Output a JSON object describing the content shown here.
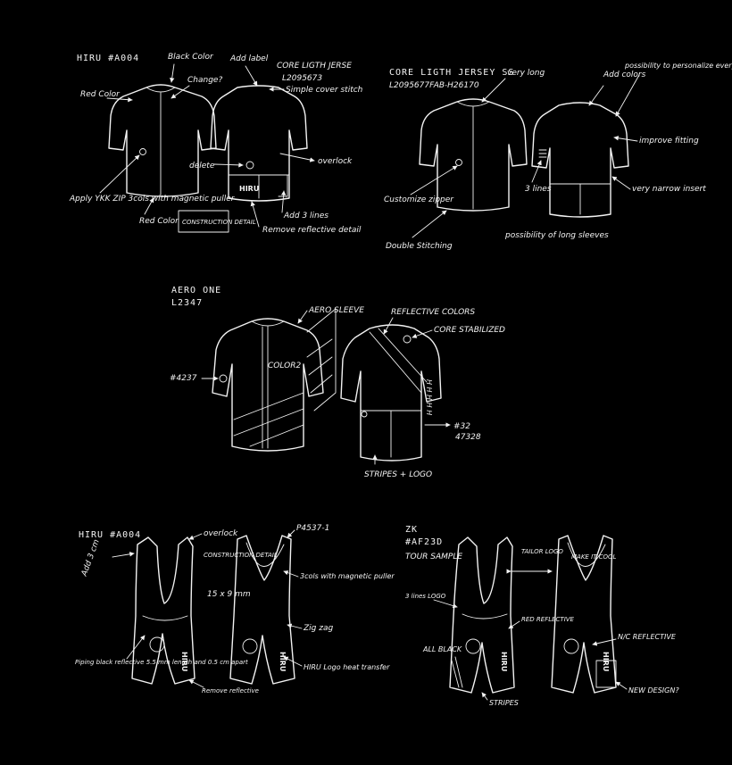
{
  "board": {
    "background": "#000000",
    "ink_color": "#f2f2f2"
  },
  "sketch1": {
    "title": "HIRU #A004",
    "subtitle": "CORE LIGTH JERSE",
    "code": "L2095673",
    "notes": {
      "black_color": "Black Color",
      "change": "Change?",
      "add_label": "Add label",
      "simple_cover_stitch": "Simple cover stitch",
      "red_color": "Red Color",
      "delete": "delete",
      "overlock": "overlock",
      "apply_ykk_zip": "Apply YKK ZIP 3cols with magnetic puller",
      "red_color_bottom": "Red Color",
      "construction_detail": "CONSTRUCTION DETAIL",
      "add_3_lines": "Add 3 lines",
      "remove_reflective": "Remove reflective detail",
      "brand": "HIRU"
    }
  },
  "sketch2": {
    "title": "CORE LIGTH JERSEY SS",
    "code": "L2095677FAB-H26170",
    "notes": {
      "very_long": "very long",
      "add_colors": "Add colors",
      "possibility": "possibility to personalize everything",
      "improve_fitting": "improve fitting",
      "customize_zipper": "Customize zipper",
      "three_lines": "3 lines",
      "very_narrow_insert": "very narrow insert",
      "double_stitching": "Double Stitching",
      "long_sleeves": "possibility of long sleeves"
    }
  },
  "sketch3": {
    "title": "AERO ONE",
    "code": "L2347",
    "notes": {
      "aero_sleeve": "AERO SLEEVE",
      "reflective_colors": "REFLECTIVE COLORS",
      "core_stabilized": "CORE STABILIZED",
      "color2": "COLOR2",
      "ref_4237": "#4237",
      "ref_32": "#32",
      "ref_47328": "47328",
      "stripes_logo": "STRIPES + LOGO",
      "sleeve_letters": "H H H H H"
    }
  },
  "sketch4": {
    "title": "HIRU #A004",
    "notes": {
      "overlock": "overlock",
      "code": "P4537-1",
      "add_3cm": "Add 3 cm",
      "construction_detail": "CONSTRUCTION DETAIL",
      "size_15x9": "15 x 9 mm",
      "three_cols": "3cols with magnetic puller",
      "zig_zag": "Zig zag",
      "piping": "Piping black reflective 5.5 mm length and 0.5 cm apart",
      "remove_reflective": "Remove reflective",
      "hiru_logo": "HIRU Logo heat transfer",
      "brand": "HIRU"
    }
  },
  "sketch5": {
    "title": "ZK",
    "code": "#AF23D",
    "subtitle": "TOUR SAMPLE",
    "notes": {
      "tailor_logo": "TAILOR LOGO",
      "make_it_cool": "MAKE IT COOL",
      "three_lines_logo": "3 lines LOGO",
      "red_reflective": "RED REFLECTIVE",
      "all_black": "ALL BLACK",
      "nc_reflective": "N/C REFLECTIVE",
      "new_design": "NEW DESIGN?",
      "stripes": "STRIPES",
      "brand": "HIRU"
    }
  }
}
